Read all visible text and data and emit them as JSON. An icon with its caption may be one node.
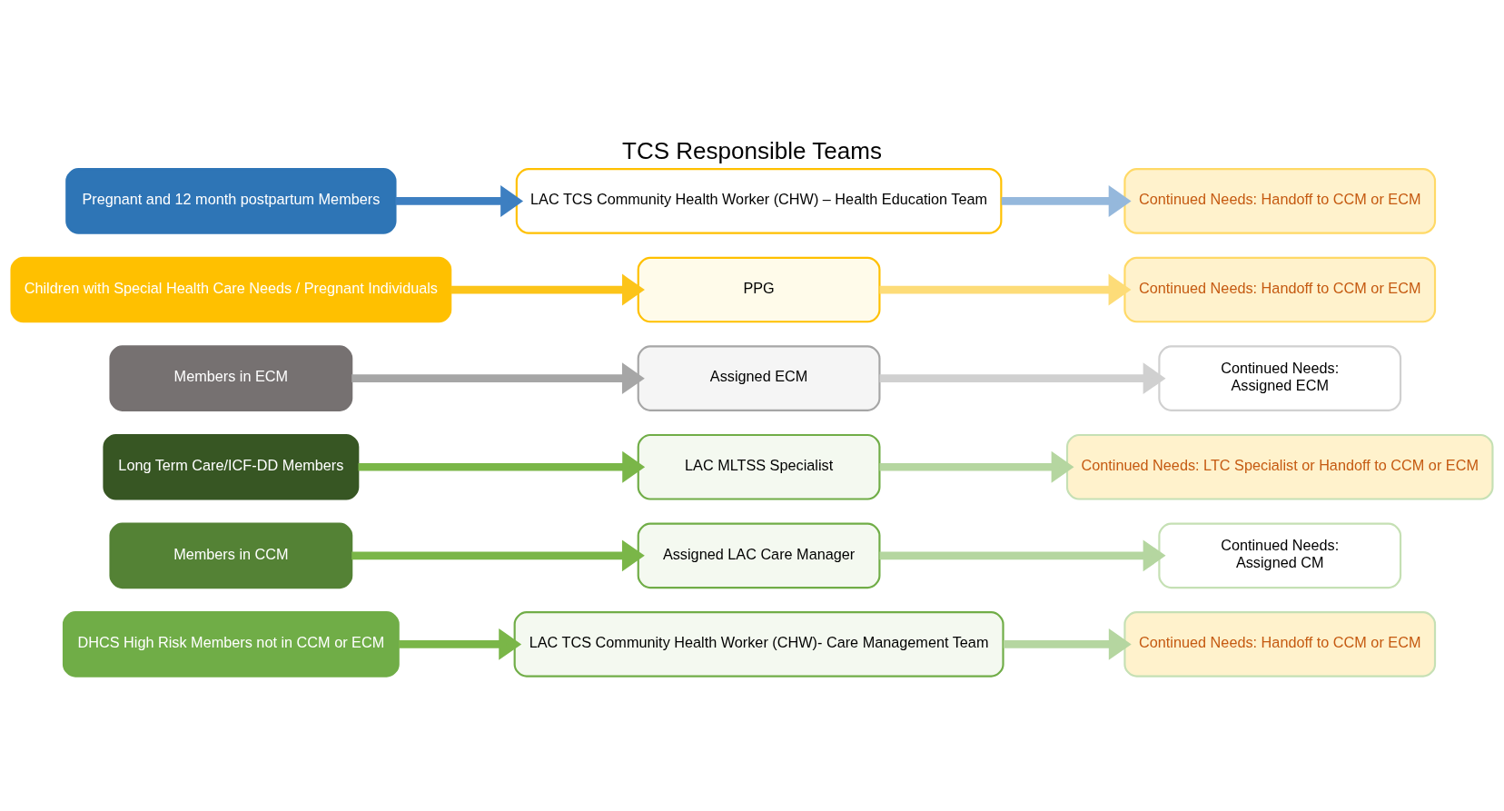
{
  "diagram": {
    "title": "TCS Responsible Teams",
    "nodes": [
      {
        "text": [
          "DHCS High Risk Members not in CCM or ECM"
        ]
      },
      {
        "text": [
          "LAC TCS Community Health Worker (CHW)- Care Management Team"
        ]
      },
      {
        "text": [
          "Continued Needs: Handoff to CCM or ECM"
        ]
      },
      {
        "text": [
          "Members in CCM"
        ]
      },
      {
        "text": [
          "Assigned LAC Care Manager"
        ]
      },
      {
        "text": [
          "Continued Needs:",
          "Assigned CM"
        ]
      },
      {
        "text": [
          "Long Term Care/ICF-DD Members"
        ]
      },
      {
        "text": [
          "LAC MLTSS Specialist"
        ]
      },
      {
        "text": [
          "Continued Needs: LTC Specialist or Handoff to CCM or ECM"
        ]
      },
      {
        "text": [
          "Members in ECM"
        ]
      },
      {
        "text": [
          "Assigned ECM"
        ]
      },
      {
        "text": [
          "Continued Needs:",
          "Assigned ECM"
        ]
      },
      {
        "text": [
          "Children with Special Health Care Needs / Pregnant Individuals"
        ]
      },
      {
        "text": [
          "PPG"
        ]
      },
      {
        "text": [
          "Continued Needs: Handoff to CCM or ECM"
        ]
      },
      {
        "text": [
          "Pregnant and 12 month postpartum Members"
        ]
      },
      {
        "text": [
          "LAC TCS Community Health Worker (CHW) – Health Education Team"
        ]
      },
      {
        "text": [
          "Continued Needs: Handoff to CCM or ECM"
        ]
      }
    ],
    "edges": [
      {
        "from": 0,
        "to": 1,
        "arrow": "to",
        "color": "#7ab648"
      },
      {
        "from": 1,
        "to": 2,
        "arrow": "to",
        "color": "#b5d6a0"
      },
      {
        "from": 3,
        "to": 4,
        "arrow": "to",
        "color": "#7ab648"
      },
      {
        "from": 4,
        "to": 5,
        "arrow": "to",
        "color": "#b5d6a0"
      },
      {
        "from": 6,
        "to": 7,
        "arrow": "to",
        "color": "#7ab648"
      },
      {
        "from": 7,
        "to": 8,
        "arrow": "to",
        "color": "#b5d6a0"
      },
      {
        "from": 9,
        "to": 10,
        "arrow": "to",
        "color": "#a6a6a6"
      },
      {
        "from": 10,
        "to": 11,
        "arrow": "to",
        "color": "#d0d0d0"
      },
      {
        "from": 12,
        "to": 13,
        "arrow": "to",
        "color": "#fcc419"
      },
      {
        "from": 13,
        "to": 14,
        "arrow": "to",
        "color": "#fddc78"
      },
      {
        "from": 15,
        "to": 16,
        "arrow": "to",
        "color": "#3d7fc1"
      },
      {
        "from": 16,
        "to": 17,
        "arrow": "to",
        "color": "#95b8dc"
      }
    ]
  }
}
